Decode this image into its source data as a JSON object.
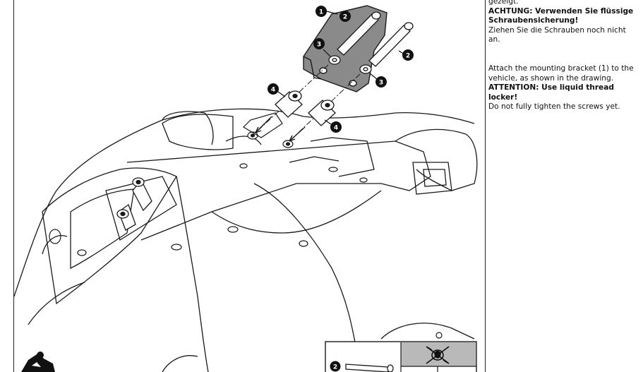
{
  "instructions": {
    "de": {
      "line1": "gezeigt.",
      "attention": "ACHTUNG: Verwenden Sie flüssige Schraubensicherung!",
      "note": "Ziehen Sie die Schrauben noch nicht an."
    },
    "en": {
      "text": "Attach the mounting bracket (1) to the vehicle, as shown in the drawing.",
      "attention": "ATTENTION: Use liquid thread locker!",
      "note": "Do not fully tighten the screws yet."
    }
  },
  "callouts": {
    "bracket": "1",
    "screw_a": "2",
    "screw_b": "2",
    "washer_a": "3",
    "washer_b": "3",
    "spacer_a": "4",
    "spacer_b": "4",
    "inset_screw": "2"
  },
  "colors": {
    "bracket_fill": "#8a8a8a",
    "line": "#1a1a1a",
    "callout_bg": "#111111",
    "inset_panel": "#b9b9b9"
  },
  "icons": [
    "no-grease-icon",
    "rider-logo-icon"
  ]
}
